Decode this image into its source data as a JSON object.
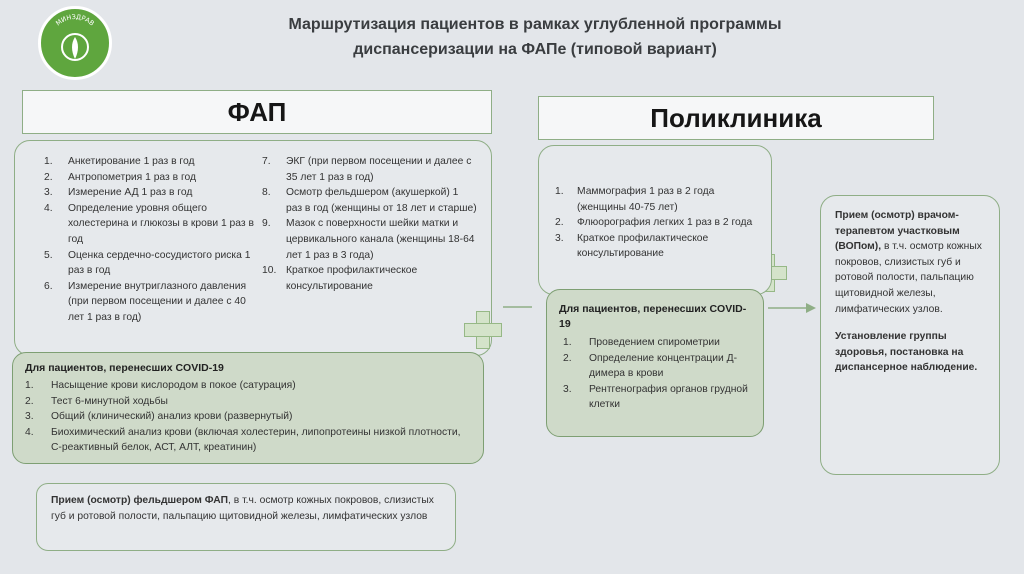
{
  "colors": {
    "background": "#e3e6ea",
    "border_green": "#8fae86",
    "fill_green": "#cfdac9",
    "logo_green": "#5fa63e"
  },
  "logo": {
    "text": "МИНЗДРАВ"
  },
  "title": {
    "line1": "Маршрутизация пациентов в рамках углубленной программы",
    "line2": "диспансеризации на ФАПе (типовой вариант)"
  },
  "fap": {
    "header": "ФАП",
    "list_col1": [
      {
        "num": "1.",
        "text": "Анкетирование 1 раз в год"
      },
      {
        "num": "2.",
        "text": "Антропометрия 1 раз в год"
      },
      {
        "num": "3.",
        "text": "Измерение АД 1 раз в год"
      },
      {
        "num": "4.",
        "text": "Определение уровня общего холестерина и глюкозы в крови 1 раз в год"
      },
      {
        "num": "5.",
        "text": "Оценка сердечно-сосудистого риска 1 раз в год"
      },
      {
        "num": "6.",
        "text": "Измерение внутриглазного давления (при первом посещении и далее с 40 лет 1 раз в год)"
      }
    ],
    "list_col2": [
      {
        "num": "7.",
        "text": "ЭКГ (при первом посещении и далее с 35 лет 1 раз в год)"
      },
      {
        "num": "8.",
        "text": "Осмотр фельдшером (акушеркой) 1 раз в год (женщины от 18 лет и старше)"
      },
      {
        "num": "9.",
        "text": "Мазок с поверхности шейки матки и цервикального канала (женщины 18-64 лет 1 раз в 3 года)"
      },
      {
        "num": "10.",
        "text": "Краткое профилактическое консультирование"
      }
    ],
    "covid": {
      "heading": "Для пациентов, перенесших COVID-19",
      "items": [
        {
          "num": "1.",
          "text": "Насыщение крови кислородом в покое (сатурация)"
        },
        {
          "num": "2.",
          "text": "Тест 6-минутной ходьбы"
        },
        {
          "num": "3.",
          "text": "Общий (клинический) анализ крови (развернутый)"
        },
        {
          "num": "4.",
          "text": "Биохимический анализ крови (включая холестерин, липопротеины низкой плотности, С-реактивный белок, АСТ, АЛТ, креатинин)"
        }
      ]
    },
    "exam": {
      "bold": "Прием (осмотр) фельдшером ФАП",
      "rest": ", в т.ч. осмотр кожных покровов, слизистых губ и ротовой полости, пальпацию щитовидной железы, лимфатических узлов"
    }
  },
  "poly": {
    "header": "Поликлиника",
    "list": [
      {
        "num": "1.",
        "text": "Маммография 1 раз в 2 года (женщины 40-75 лет)"
      },
      {
        "num": "2.",
        "text": "Флюорография легких 1 раз в 2 года"
      },
      {
        "num": "3.",
        "text": "Краткое профилактическое консультирование"
      }
    ],
    "covid": {
      "heading": "Для пациентов, перенесших COVID-19",
      "items": [
        {
          "num": "1.",
          "text": "Проведением спирометрии"
        },
        {
          "num": "2.",
          "text": "Определение концентрации Д-димера в крови"
        },
        {
          "num": "3.",
          "text": "Рентгенография органов грудной клетки"
        }
      ]
    }
  },
  "right": {
    "bold": "Прием (осмотр) врачом-терапевтом участковым (ВОПом),",
    "rest": " в т.ч. осмотр кожных покровов, слизистых губ и ротовой полости, пальпацию щитовидной железы, лимфатических узлов.",
    "final": "Установление группы здоровья, постановка на диспансерное наблюдение."
  }
}
